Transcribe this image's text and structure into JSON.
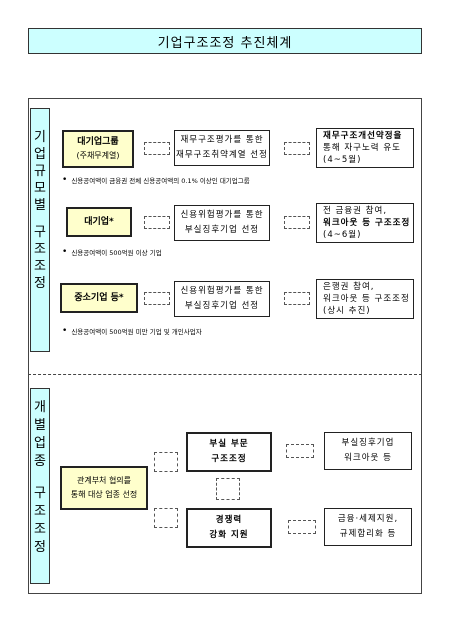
{
  "title": "기업구조조정 추진체계",
  "section_top": {
    "vertical_label_a": [
      "기",
      "업",
      "규",
      "모",
      "별"
    ],
    "vertical_label_b": [
      "구",
      "조",
      "조",
      "정"
    ],
    "rows": [
      {
        "name_main": "대기업그룹",
        "name_sub": "(주채무계열)",
        "middle": [
          "재무구조평가를 통한",
          "재무구조취약계열 선정"
        ],
        "right": [
          "재무구조개선약정을",
          "통해 자구노력 유도",
          "(4~5월)"
        ],
        "note": "신용공여액이 금융권 전체 신용공여액의 0.1% 이상인 대기업그룹"
      },
      {
        "name_main": "대기업*",
        "middle": [
          "신용위험평가를 통한",
          "부실징후기업 선정"
        ],
        "right": [
          "전 금융권 참여,",
          "워크아웃 등 구조조정",
          "(4~6월)"
        ],
        "note": "신용공여액이 500억원 이상 기업"
      },
      {
        "name_main": "중소기업 등*",
        "middle": [
          "신용위험평가를 통한",
          "부실징후기업 선정"
        ],
        "right": [
          "은행권 참여,",
          "워크아웃 등 구조조정",
          "(상시 추진)"
        ],
        "note": "신용공여액이 500억원 미만 기업 및 개인사업자"
      }
    ]
  },
  "section_bottom": {
    "vertical_label_a": [
      "개",
      "별",
      "업",
      "종"
    ],
    "vertical_label_b": [
      "구",
      "조",
      "조",
      "정"
    ],
    "left_box": [
      "관계부처 협의를",
      "통해 대상 업종 선정"
    ],
    "upper_box": [
      "부실 부문",
      "구조조정"
    ],
    "lower_box": [
      "경쟁력",
      "강화 지원"
    ],
    "upper_right": [
      "부실징후기업",
      "워크아웃 등"
    ],
    "lower_right": [
      "금융·세제지원,",
      "규제합리화 등"
    ]
  }
}
